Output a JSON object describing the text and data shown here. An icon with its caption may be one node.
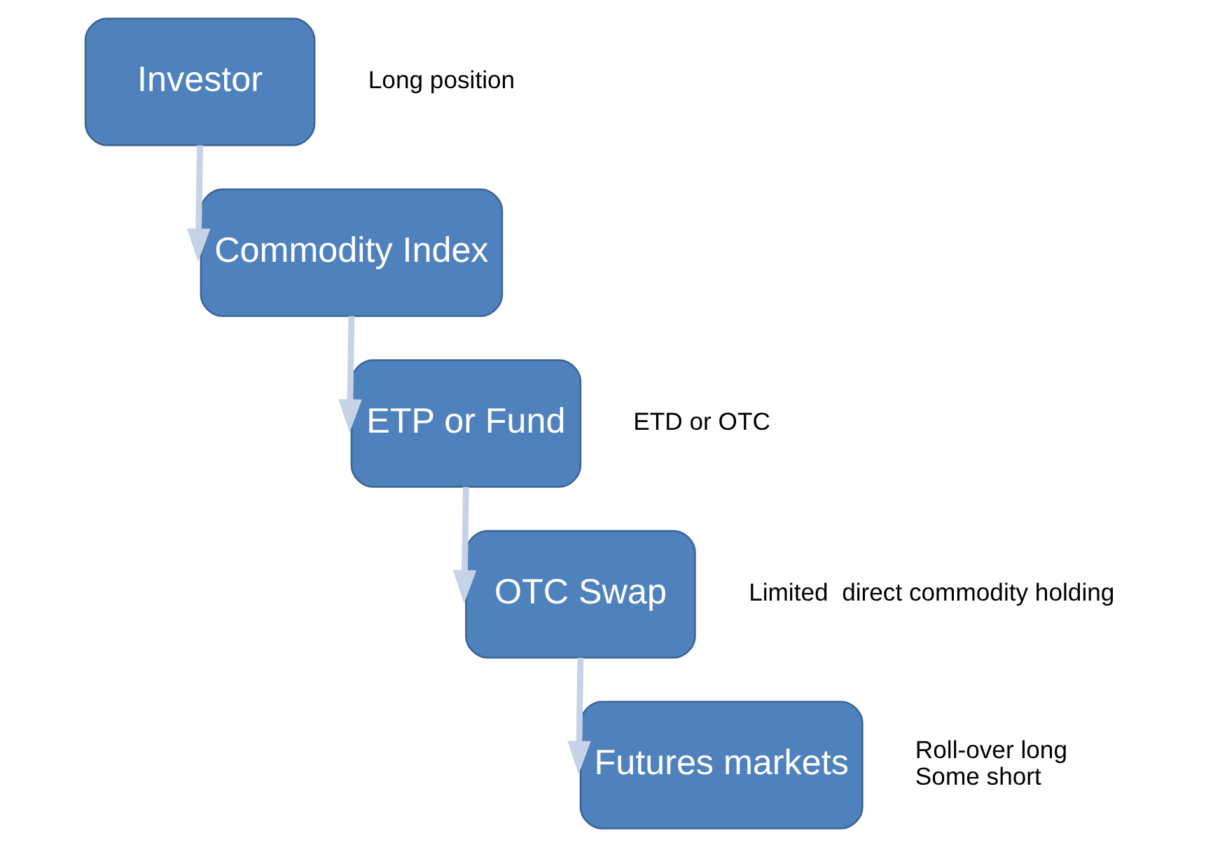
{
  "diagram": {
    "nodes": [
      {
        "text": [
          "Investor"
        ],
        "beside": [
          "Long position"
        ]
      },
      {
        "text": [
          "Commodity Index"
        ]
      },
      {
        "text": [
          "ETP or Fund"
        ],
        "beside": [
          "ETD or OTC"
        ]
      },
      {
        "text": [
          "OTC Swap"
        ],
        "beside": [
          "Limited  direct commodity holding"
        ]
      },
      {
        "text": [
          "Futures markets"
        ],
        "beside": [
          "Roll-over long",
          "Some short"
        ]
      }
    ],
    "edges": [
      {
        "from": 0,
        "to": 1,
        "arrow": "to"
      },
      {
        "from": 1,
        "to": 2,
        "arrow": "to"
      },
      {
        "from": 2,
        "to": 3,
        "arrow": "to"
      },
      {
        "from": 3,
        "to": 4,
        "arrow": "to"
      }
    ]
  }
}
